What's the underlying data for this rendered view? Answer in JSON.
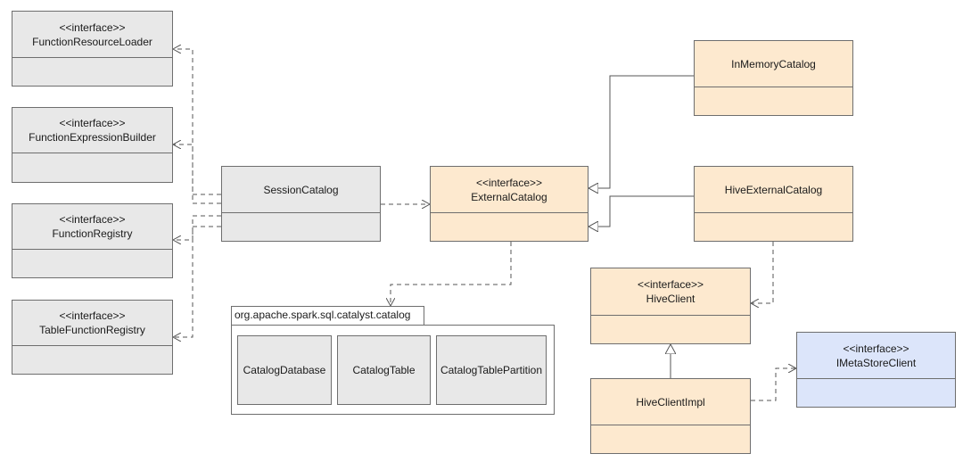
{
  "stereotype": "<<interface>>",
  "nodes": {
    "function_resource_loader": {
      "stereotype": "<<interface>>",
      "name": "FunctionResourceLoader"
    },
    "function_expression_builder": {
      "stereotype": "<<interface>>",
      "name": "FunctionExpressionBuilder"
    },
    "function_registry": {
      "stereotype": "<<interface>>",
      "name": "FunctionRegistry"
    },
    "table_function_registry": {
      "stereotype": "<<interface>>",
      "name": "TableFunctionRegistry"
    },
    "session_catalog": {
      "name": "SessionCatalog"
    },
    "external_catalog": {
      "stereotype": "<<interface>>",
      "name": "ExternalCatalog"
    },
    "in_memory_catalog": {
      "name": "InMemoryCatalog"
    },
    "hive_external_catalog": {
      "name": "HiveExternalCatalog"
    },
    "hive_client": {
      "stereotype": "<<interface>>",
      "name": "HiveClient"
    },
    "hive_client_impl": {
      "name": "HiveClientImpl"
    },
    "imetastore_client": {
      "stereotype": "<<interface>>",
      "name": "IMetaStoreClient"
    }
  },
  "package": {
    "name": "org.apache.spark.sql.catalyst.catalog",
    "classes": [
      "CatalogDatabase",
      "CatalogTable",
      "CatalogTablePartition"
    ]
  },
  "colors": {
    "grey_fill": "#e8e8e8",
    "peach_fill": "#fde9cf",
    "blue_fill": "#dce5fa",
    "line": "#555555"
  }
}
